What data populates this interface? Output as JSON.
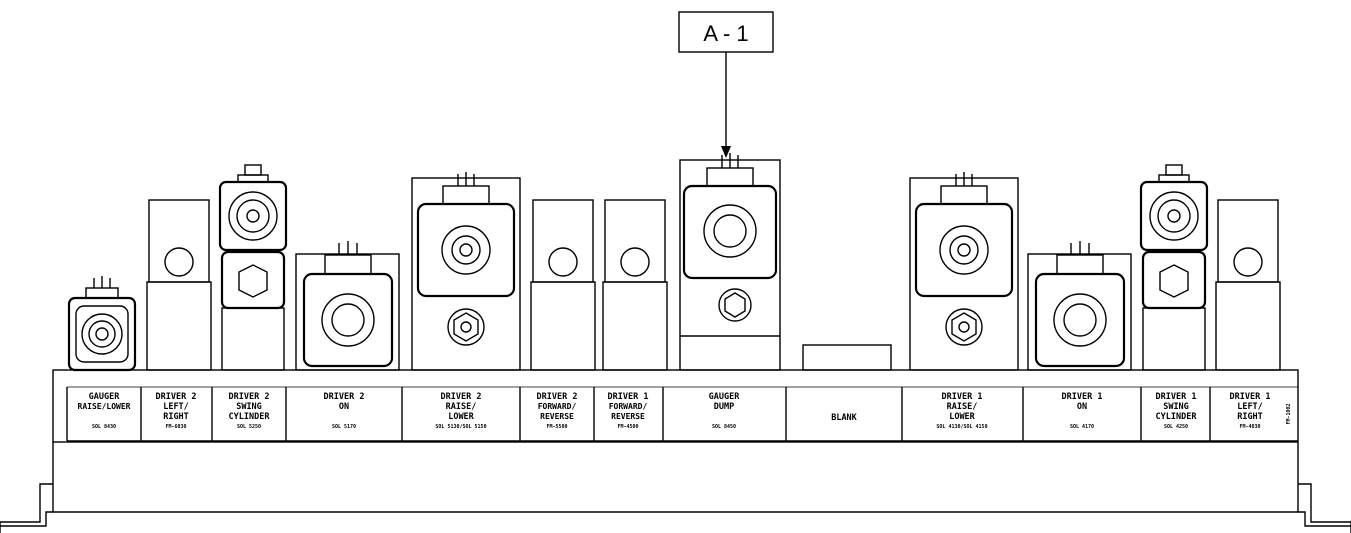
{
  "callout": {
    "label": "A - 1"
  },
  "side_code": "FM-1002",
  "modules": [
    {
      "lines": [
        "GAUGER",
        "RAISE/LOWER"
      ],
      "code": "SOL 8430"
    },
    {
      "lines": [
        "DRIVER 2",
        "LEFT/",
        "RIGHT"
      ],
      "code": "FM-6030"
    },
    {
      "lines": [
        "DRIVER 2",
        "SWING",
        "CYLINDER"
      ],
      "code": "SOL 5250"
    },
    {
      "lines": [
        "DRIVER 2",
        "ON"
      ],
      "code": "SOL 5170"
    },
    {
      "lines": [
        "DRIVER 2",
        "RAISE/",
        "LOWER"
      ],
      "code": "SOL 5130/SOL 5150"
    },
    {
      "lines": [
        "DRIVER 2",
        "FORWARD/",
        "REVERSE"
      ],
      "code": "FM-5500"
    },
    {
      "lines": [
        "DRIVER 1",
        "FORWARD/",
        "REVERSE"
      ],
      "code": "FM-4500"
    },
    {
      "lines": [
        "GAUGER",
        "DUMP"
      ],
      "code": "SOL 8450"
    },
    {
      "lines": [
        "BLANK"
      ],
      "code": ""
    },
    {
      "lines": [
        "DRIVER 1",
        "RAISE/",
        "LOWER"
      ],
      "code": "SOL 4130/SOL 4150"
    },
    {
      "lines": [
        "DRIVER 1",
        "ON"
      ],
      "code": "SOL 4170"
    },
    {
      "lines": [
        "DRIVER 1",
        "SWING",
        "CYLINDER"
      ],
      "code": "SOL 4250"
    },
    {
      "lines": [
        "DRIVER 1",
        "LEFT/",
        "RIGHT"
      ],
      "code": "FM-4030"
    }
  ]
}
